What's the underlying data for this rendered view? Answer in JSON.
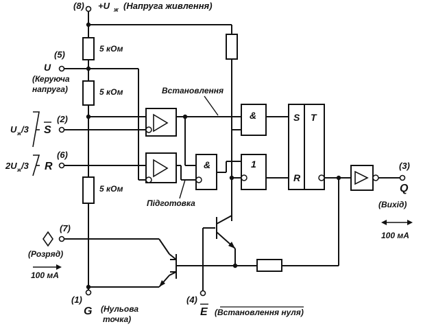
{
  "supply": {
    "pin": "(8)",
    "name": "+U",
    "sub": "ж",
    "desc": "(Напруга живлення)"
  },
  "control": {
    "pin": "(5)",
    "name": "U",
    "desc_line1": "(Керуюча",
    "desc_line2": "напруга)"
  },
  "trigger": {
    "pin": "(2)",
    "name": "S",
    "threshold": "U",
    "threshold_sub": "ж",
    "threshold_suffix": "/3"
  },
  "threshold_input": {
    "pin": "(6)",
    "name": "R",
    "threshold": "2U",
    "threshold_sub": "ж",
    "threshold_suffix": "/3"
  },
  "discharge": {
    "pin": "(7)",
    "desc": "(Розряд)",
    "current": "100 мА"
  },
  "ground": {
    "pin": "(1)",
    "name": "G",
    "desc_line1": "(Нульова",
    "desc_line2": "точка)"
  },
  "reset": {
    "pin": "(4)",
    "name": "E",
    "desc": "(Встановлення нуля)"
  },
  "output": {
    "pin": "(3)",
    "name": "Q",
    "desc": "(Вихід)",
    "current": "100 мА"
  },
  "resistors": {
    "r1": "5 кОм",
    "r2": "5 кОм",
    "r3": "5 кОм"
  },
  "annotations": {
    "set_label": "Встановлення",
    "prep_label": "Підготовка"
  },
  "gates": {
    "and_top": "&",
    "and_mid": "&",
    "or_gate": "1"
  },
  "flipflop": {
    "s": "S",
    "r": "R",
    "t": "T"
  }
}
